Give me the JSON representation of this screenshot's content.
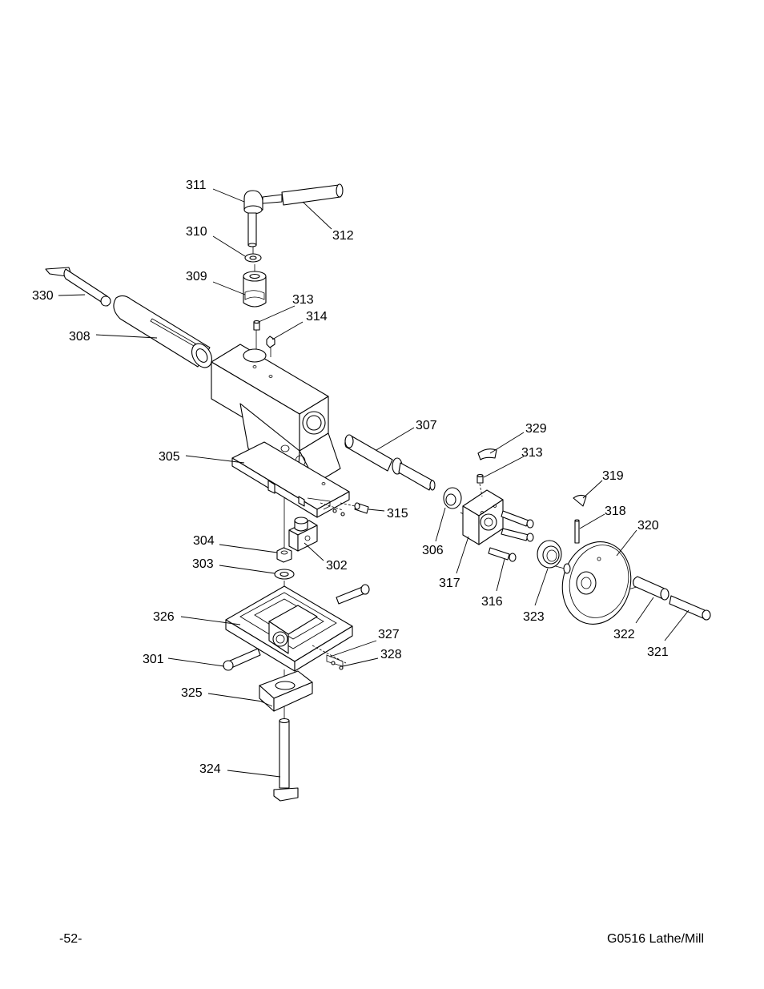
{
  "callouts": {
    "p301": "301",
    "p302": "302",
    "p303": "303",
    "p304": "304",
    "p305": "305",
    "p306": "306",
    "p307": "307",
    "p308": "308",
    "p309": "309",
    "p310": "310",
    "p311": "311",
    "p312": "312",
    "p313a": "313",
    "p313b": "313",
    "p314": "314",
    "p315": "315",
    "p316": "316",
    "p317": "317",
    "p318": "318",
    "p319": "319",
    "p320": "320",
    "p321": "321",
    "p322": "322",
    "p323": "323",
    "p324": "324",
    "p325": "325",
    "p326": "326",
    "p327": "327",
    "p328": "328",
    "p329": "329",
    "p330": "330"
  },
  "footer": {
    "page_number": "-52-",
    "model": "G0516 Lathe/Mill"
  }
}
